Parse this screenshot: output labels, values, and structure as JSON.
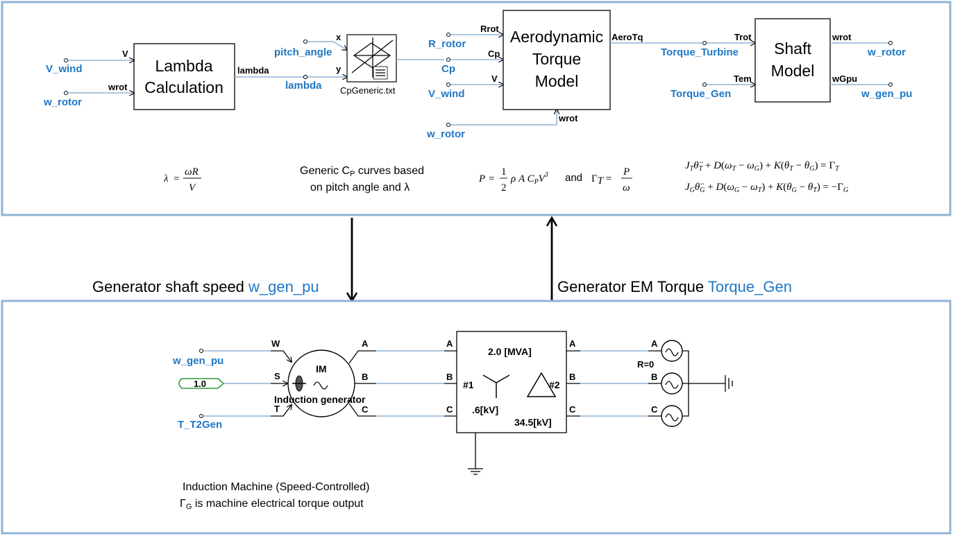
{
  "top_panel": {
    "lambda_block": {
      "line1": "Lambda",
      "line2": "Calculation",
      "in_v": "V",
      "in_wrot": "wrot",
      "out": "lambda"
    },
    "inputs_lambda": {
      "v_wind": "V_wind",
      "w_rotor": "w_rotor"
    },
    "cp_table": {
      "x_port": "x",
      "y_port": "y",
      "pitch": "pitch_angle",
      "lambda": "lambda",
      "file": "CpGeneric.txt"
    },
    "aero_block": {
      "line1": "Aerodynamic",
      "line2": "Torque",
      "line3": "Model",
      "in_rrot": "Rrot",
      "in_cp": "Cp",
      "in_v": "V",
      "in_wrot": "wrot",
      "out": "AeroTq"
    },
    "aero_inputs": {
      "r_rotor": "R_rotor",
      "cp": "Cp",
      "v_wind": "V_wind",
      "w_rotor": "w_rotor"
    },
    "shaft_block": {
      "line1": "Shaft",
      "line2": "Model",
      "in_trot": "Trot",
      "in_tem": "Tem",
      "out_wrot": "wrot",
      "out_wgpu": "wGpu"
    },
    "shaft_signals": {
      "torque_turbine": "Torque_Turbine",
      "torque_gen": "Torque_Gen",
      "w_rotor": "w_rotor",
      "w_gen_pu": "w_gen_pu"
    },
    "caption_cp_line1": "Generic C",
    "caption_cp_sub": "P",
    "caption_cp_rest": " curves based",
    "caption_cp_line2": "on pitch angle and λ",
    "and_word": "and"
  },
  "links": {
    "left_text": "Generator shaft speed ",
    "left_signal": "w_gen_pu",
    "right_text": "Generator EM Torque ",
    "right_signal": "Torque_Gen"
  },
  "bottom_panel": {
    "machine": {
      "label": "IM",
      "name": "Induction generator",
      "port_w": "W",
      "port_s": "S",
      "port_t": "T",
      "out_a": "A",
      "out_b": "B",
      "out_c": "C"
    },
    "inputs": {
      "w_gen_pu": "w_gen_pu",
      "const_value": "1.0",
      "t_t2gen": "T_T2Gen"
    },
    "transformer": {
      "rating": "2.0 [MVA]",
      "w1": "#1",
      "w2": "#2",
      "v1": ".6[kV]",
      "v2": "34.5[kV]",
      "in_a": "A",
      "in_b": "B",
      "in_c": "C",
      "out_a": "A",
      "out_b": "B",
      "out_c": "C"
    },
    "source": {
      "a": "A",
      "b": "B",
      "c": "C",
      "r": "R=0"
    },
    "caption_line1": "Induction Machine (Speed-Controlled)",
    "caption_line2_symbol": "Γ",
    "caption_line2_sub": "G",
    "caption_line2_rest": " is machine electrical torque output"
  },
  "colors": {
    "panel_border": "#8fb3d6",
    "signal_text": "#1f77c4",
    "constant_box": "#2e9a3e"
  }
}
